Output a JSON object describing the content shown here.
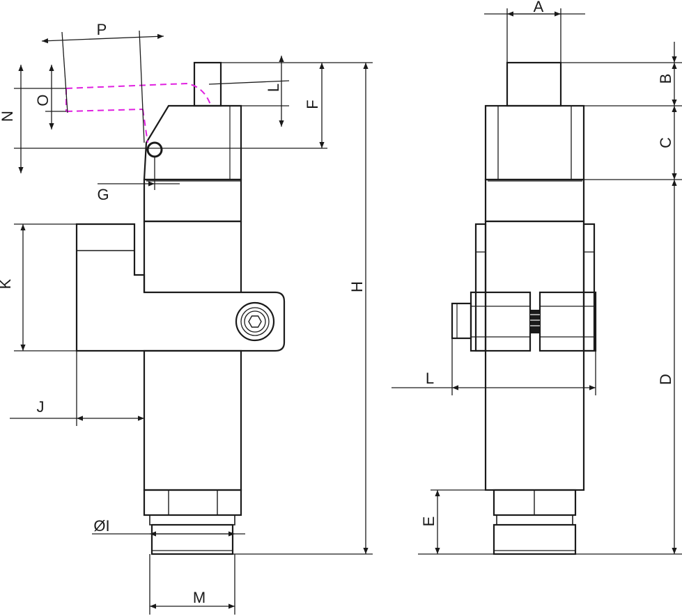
{
  "drawing": {
    "labels": {
      "A": "A",
      "B": "B",
      "C": "C",
      "D": "D",
      "E": "E",
      "F": "F",
      "G": "G",
      "H": "H",
      "I": "ØI",
      "J": "J",
      "K": "K",
      "L_front": "L",
      "L_side": "L",
      "M": "M",
      "N": "N",
      "O": "O",
      "P": "P"
    },
    "colors": {
      "line": "#1a1a1a",
      "swing_path": "#e020e0"
    }
  }
}
